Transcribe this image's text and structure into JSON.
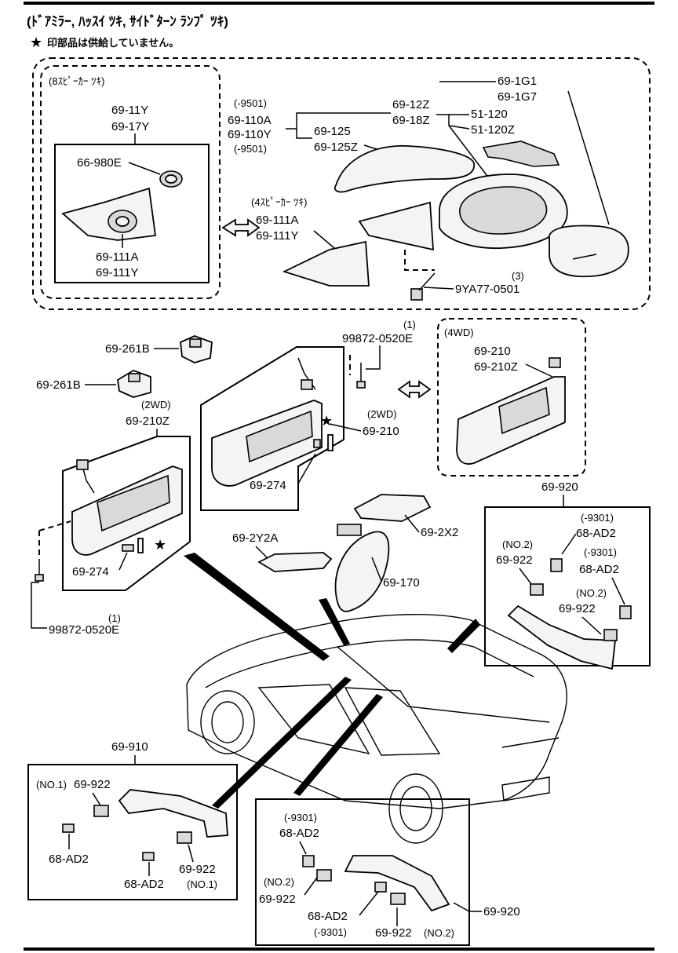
{
  "header": {
    "title": "(ﾄﾞｱﾐﾗｰ, ﾊｯｽｲ ﾂｷ, ｻｲﾄﾞﾀｰﾝ ﾗﾝﾌﾟ ﾂｷ)",
    "note_star": "★",
    "note_text": "印部品は供給していません。"
  },
  "mirror_section": {
    "speaker8_title": "(8ｽﾋﾟｰｶｰ ﾂｷ)",
    "speaker4_title": "(4ｽﾋﾟｰｶｰ ﾂｷ)",
    "labels": {
      "p69_11Y": "69-11Y",
      "p69_17Y": "69-17Y",
      "p66_980E": "66-980E",
      "p69_111A_a": "69-111A",
      "p69_111Y_a": "69-111Y",
      "m9501a": "(-9501)",
      "p69_110A": "69-110A",
      "p69_110Y": "69-110Y",
      "m9501b": "(-9501)",
      "p69_125": "69-125",
      "p69_125Z": "69-125Z",
      "p69_12Z": "69-12Z",
      "p69_18Z": "69-18Z",
      "p69_1G1": "69-1G1",
      "p69_1G7": "69-1G7",
      "p51_120": "51-120",
      "p51_120Z": "51-120Z",
      "p69_111A_b": "69-111A",
      "p69_111Y_b": "69-111Y",
      "qty3": "(3)",
      "p9YA77": "9YA77-0501"
    }
  },
  "visor_section": {
    "labels": {
      "p69_261B_a": "69-261B",
      "p69_261B_b": "69-261B",
      "qty1_top": "(1)",
      "p99872_top": "99872-0520E",
      "wd2_left": "(2WD)",
      "p69_210Z_left": "69-210Z",
      "p69_274_left": "69-274",
      "star_left": "★",
      "wd2_mid": "(2WD)",
      "p69_210_mid": "69-210",
      "p69_274_mid": "69-274",
      "star_mid": "★",
      "wd4_title": "(4WD)",
      "p69_210_r": "69-210",
      "p69_210Z_r": "69-210Z",
      "qty1_bottom": "(1)",
      "p99872_bottom": "99872-0520E"
    }
  },
  "lamp_section": {
    "labels": {
      "p69_2Y2A": "69-2Y2A",
      "p69_2X2": "69-2X2",
      "p69_170": "69-170"
    }
  },
  "handle_right": {
    "labels": {
      "p69_920": "69-920",
      "m9301a": "(-9301)",
      "p68_AD2a": "68-AD2",
      "no2a": "(NO.2)",
      "p69_922a": "69-922",
      "m9301b": "(-9301)",
      "p68_AD2b": "68-AD2",
      "no2b": "(NO.2)",
      "p69_922b": "69-922"
    }
  },
  "handle_left": {
    "labels": {
      "p69_910": "69-910",
      "no1a": "(NO.1)",
      "p69_922a": "69-922",
      "p68_AD2a": "68-AD2",
      "p68_AD2b": "68-AD2",
      "p69_922b": "69-922",
      "no1b": "(NO.1)"
    }
  },
  "handle_bottom": {
    "labels": {
      "m9301a": "(-9301)",
      "p68_AD2a": "68-AD2",
      "no2a": "(NO.2)",
      "p69_922a": "69-922",
      "p68_AD2b": "68-AD2",
      "m9301b": "(-9301)",
      "p69_922b": "69-922",
      "no2b": "(NO.2)",
      "p69_920": "69-920"
    }
  }
}
